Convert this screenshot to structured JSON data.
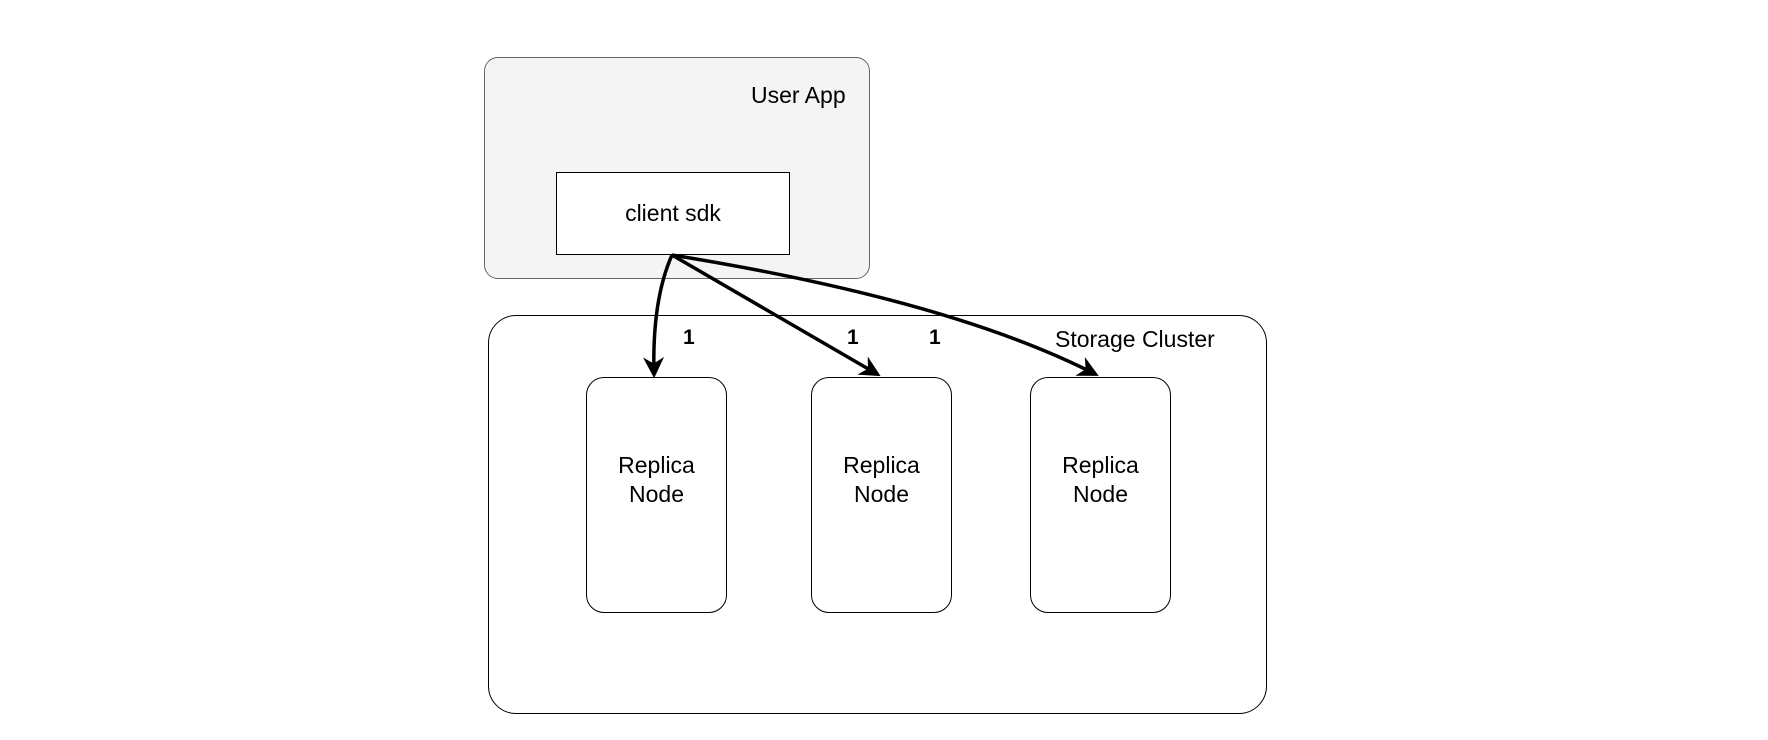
{
  "user_app": {
    "label": "User App"
  },
  "client_sdk": {
    "label": "client sdk"
  },
  "storage_cluster": {
    "label": "Storage Cluster"
  },
  "replicas": [
    {
      "line1": "Replica",
      "line2": "Node"
    },
    {
      "line1": "Replica",
      "line2": "Node"
    },
    {
      "line1": "Replica",
      "line2": "Node"
    }
  ],
  "edges": [
    {
      "label": "1"
    },
    {
      "label": "1"
    },
    {
      "label": "1"
    }
  ],
  "colors": {
    "user_app_fill": "#f4f4f4",
    "user_app_stroke": "#666666",
    "stroke": "#000000"
  }
}
